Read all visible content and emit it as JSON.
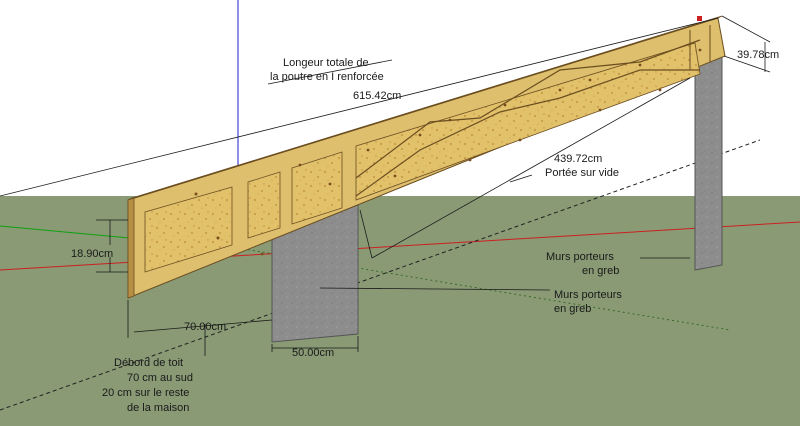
{
  "labels": {
    "length_title_line1": "Longeur totale de",
    "length_title_line2": "la poutre en I renforcée",
    "length_value": "615.42cm",
    "height_right": "39.78cm",
    "span_value": "439.72cm",
    "span_title": "Portée sur vide",
    "height_left": "18.90cm",
    "walls_1_line1": "Murs porteurs",
    "walls_1_line2": "en greb",
    "walls_2_line1": "Murs porteurs",
    "walls_2_line2": "en greb",
    "overhang_value": "70.00cm",
    "wall_width_value": "50.00cm",
    "overhang_note_line1": "Débord de toit",
    "overhang_note_line2": "70 cm au sud",
    "overhang_note_line3": "20 cm sur le reste",
    "overhang_note_line4": "de la maison"
  },
  "colors": {
    "sky": "#ffffff",
    "ground": "#899a75",
    "flange": "#ddbf6d",
    "osb": "#e2c16b",
    "wall": "#8d8d8d",
    "axis_blue": "#2020d0",
    "axis_red": "#cc2020",
    "axis_green": "#10a010"
  }
}
